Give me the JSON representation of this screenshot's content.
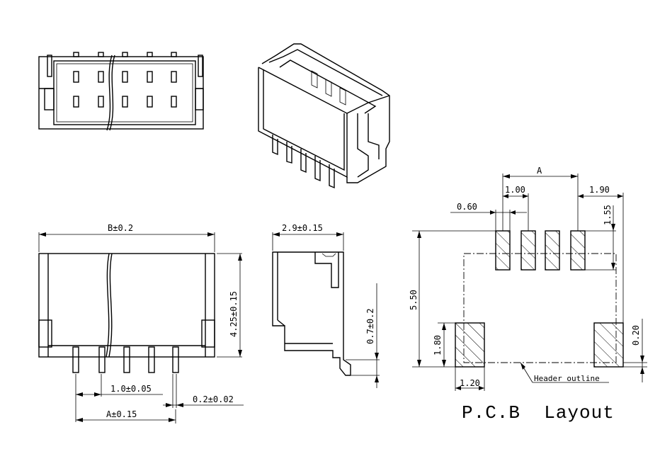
{
  "drawing": {
    "front_view": {
      "width_label": "B±0.2",
      "height_label": "4.25±0.15",
      "pitch_label": "1.0±0.05",
      "span_label": "A±0.15",
      "pin_width_label": "0.2±0.02"
    },
    "side_view": {
      "depth_label": "2.9±0.15",
      "standoff_label": "0.7±0.2"
    },
    "pcb_layout": {
      "label_a": "A",
      "pitch_label": "1.00",
      "pad_width_label": "0.60",
      "edge_label": "1.90",
      "pad_height_label": "1.55",
      "total_height_label": "5.50",
      "mount_pad_height_label": "1.80",
      "mount_pad_width_label": "1.20",
      "offset_label": "0.20",
      "outline_label": "Header outline",
      "title": "P.C.B  Layout"
    }
  }
}
